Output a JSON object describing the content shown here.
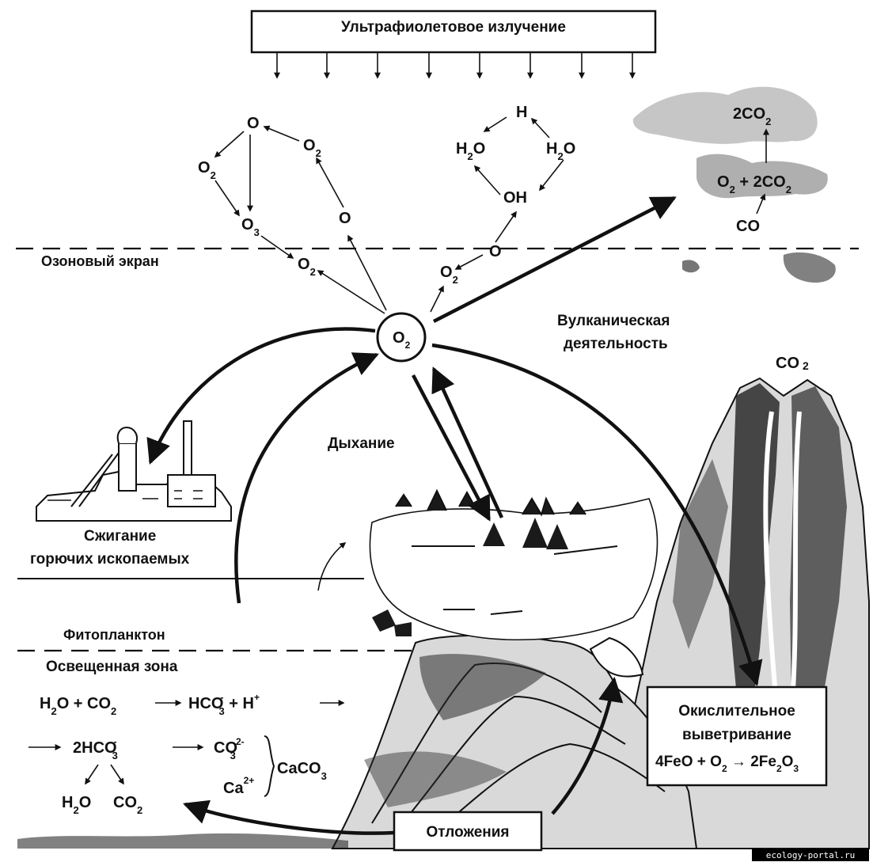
{
  "uv": {
    "label": "Ультрафиолетовое излучение"
  },
  "ozone_layer": {
    "label": "Озоновый экран"
  },
  "ozone_cycle": {
    "o": "O",
    "o2_left": "O",
    "o2_left_sub": "2",
    "o2_top": "O",
    "o2_top_sub": "2",
    "o3": "O",
    "o3_sub": "3",
    "o_right": "O",
    "o2_bottom": "O",
    "o2_bottom_sub": "2"
  },
  "hydroxyl_cycle": {
    "h": "H",
    "h2o_left": "H",
    "h2o_left_sub": "2",
    "h2o_left_end": "O",
    "h2o_right": "H",
    "h2o_right_sub": "2",
    "h2o_right_end": "O",
    "oh": "OH",
    "o": "O",
    "o2": "O",
    "o2_sub": "2"
  },
  "co_cycle": {
    "top": "2CO",
    "top_sub": "2",
    "mid_a": "O",
    "mid_a_sub": "2",
    "mid_b": " + 2CO",
    "mid_b_sub": "2",
    "bottom": "CO"
  },
  "center": {
    "label": "O",
    "sub": "2"
  },
  "volcanic": {
    "line1": "Вулканическая",
    "line2": "деятельность",
    "co2": "CO",
    "co2_sub": "2"
  },
  "respiration": {
    "label": "Дыхание"
  },
  "combustion": {
    "line1": "Сжигание",
    "line2": "горючих ископаемых"
  },
  "phytoplankton": {
    "label": "Фитопланктон"
  },
  "lit_zone": {
    "label": "Освещенная зона"
  },
  "eq1": {
    "a": "H",
    "a_sub": "2",
    "b": "O + CO",
    "b_sub": "2",
    "c": "HCO",
    "c_sub": "3",
    "c_sup": "-",
    "d": " + H",
    "d_sup": "+"
  },
  "eq2": {
    "a": "2HCO",
    "a_sub": "3",
    "a_sup": "-",
    "b": "CO",
    "b_sub": "3",
    "b_sup": "2-",
    "c": "Ca",
    "c_sup": "2+",
    "d": "CaCO",
    "d_sub": "3"
  },
  "eq3": {
    "a": "H",
    "a_sub": "2",
    "a_end": "O",
    "b": "CO",
    "b_sub": "2"
  },
  "weathering": {
    "line1": "Окислительное",
    "line2": "выветривание",
    "eq_a": "4FeO + O",
    "eq_a_sub": "2",
    "eq_b": " → 2Fe",
    "eq_b_sub": "2",
    "eq_c": "O",
    "eq_c_sub": "3"
  },
  "deposits": {
    "label": "Отложения"
  },
  "watermark": {
    "label": "ecology-portal.ru"
  }
}
